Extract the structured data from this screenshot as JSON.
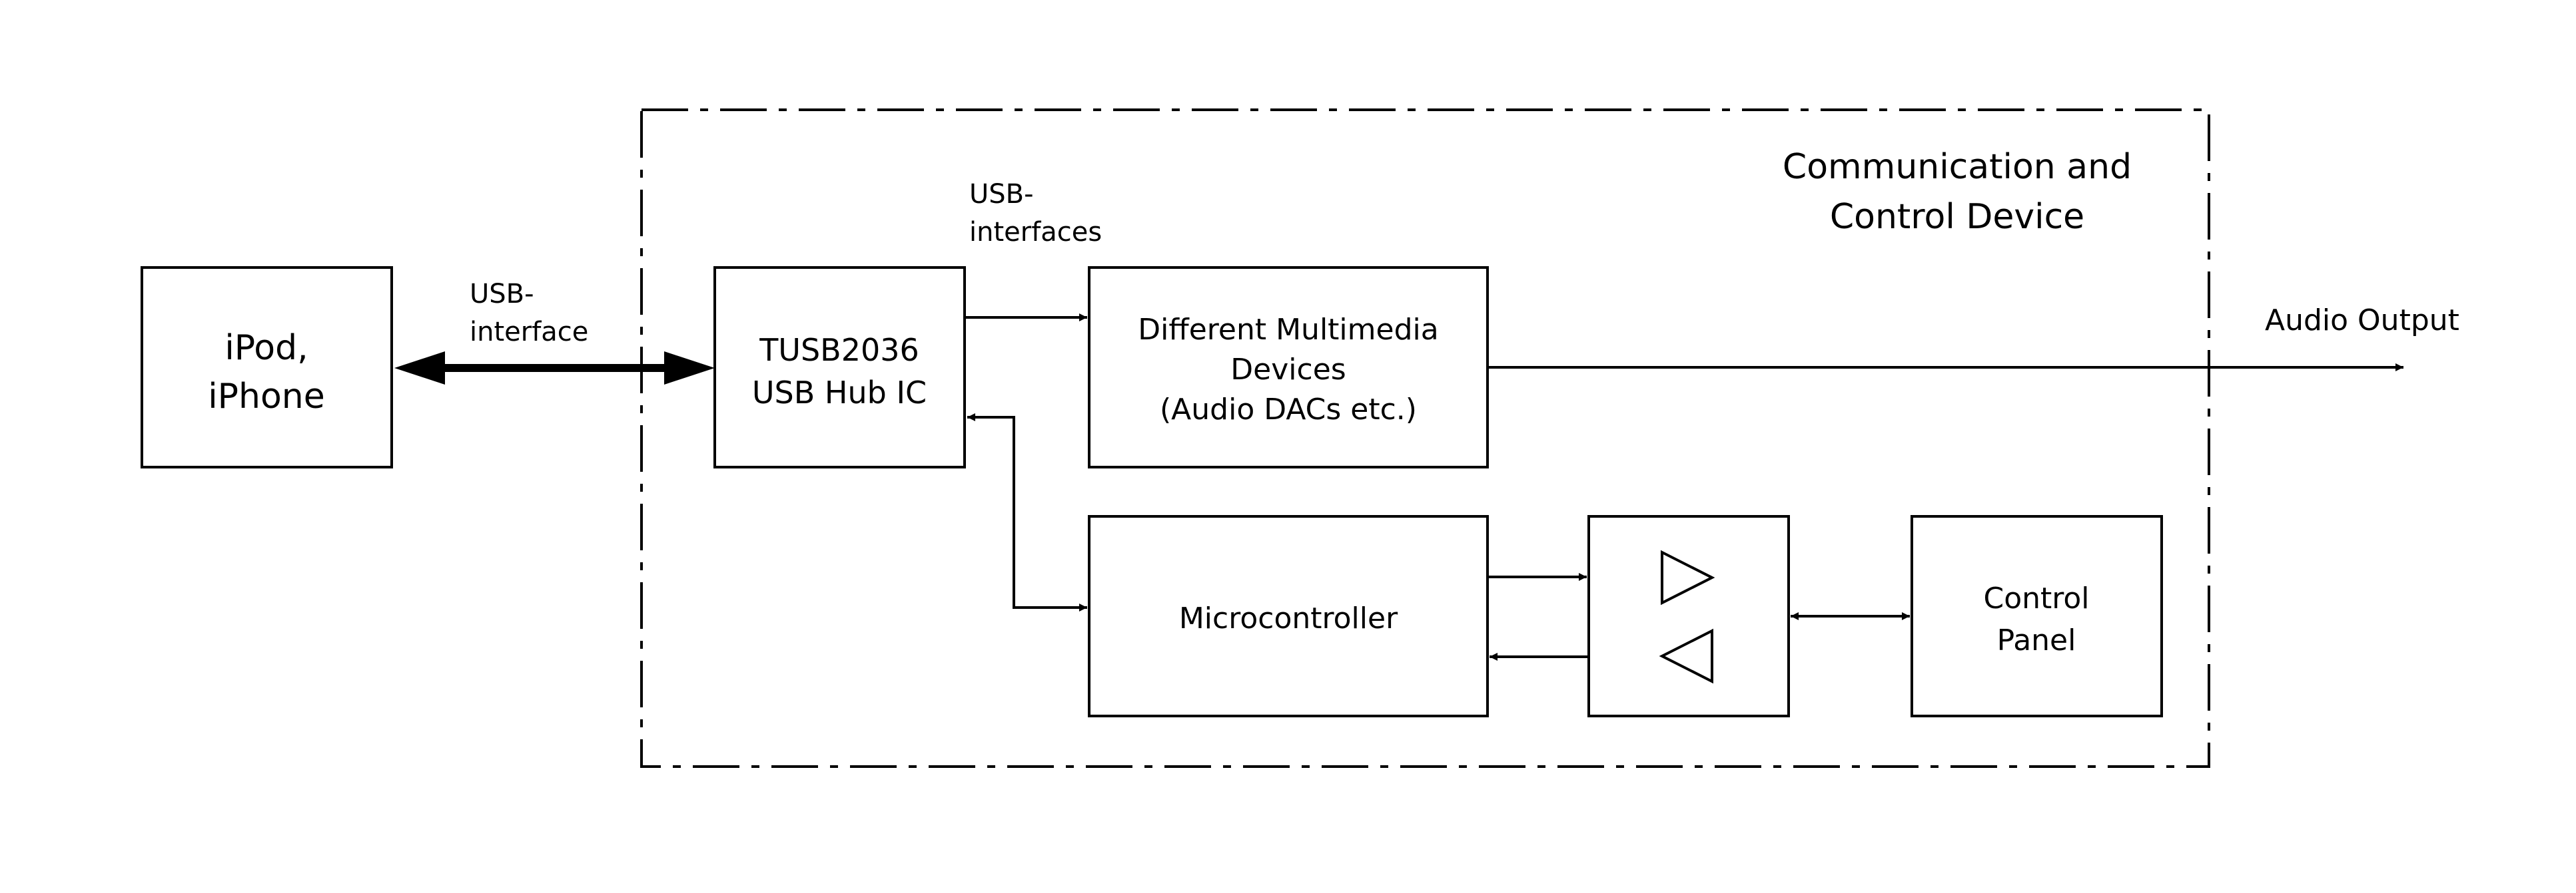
{
  "diagram": {
    "enclosure": {
      "title_line1": "Communication and",
      "title_line2": "Control Device"
    },
    "ipod": {
      "line1": "iPod,",
      "line2": "iPhone"
    },
    "hub": {
      "line1": "TUSB2036",
      "line2": "USB Hub IC"
    },
    "multimedia": {
      "line1": "Different Multimedia",
      "line2": "Devices",
      "line3": "(Audio DACs etc.)"
    },
    "micro": {
      "label": "Microcontroller"
    },
    "panel": {
      "line1": "Control",
      "line2": "Panel"
    },
    "links": {
      "usb_interface_line1": "USB-",
      "usb_interface_line2": "interface",
      "usb_interfaces_line1": "USB-",
      "usb_interfaces_line2": "interfaces",
      "audio_output": "Audio Output"
    }
  }
}
